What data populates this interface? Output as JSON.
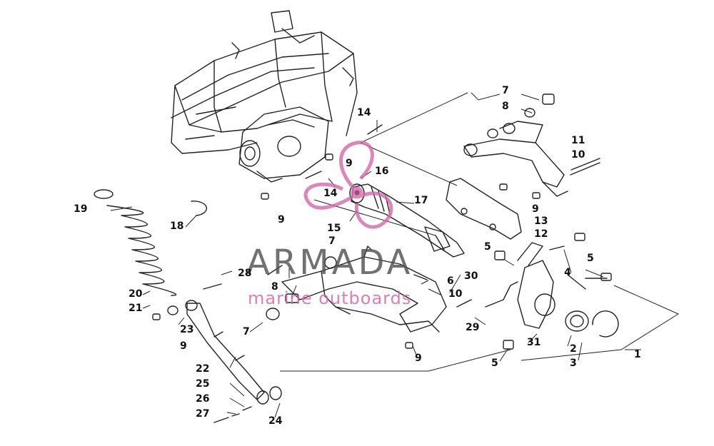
{
  "watermark": {
    "title": "ARMADA",
    "subtitle": "marine outboards",
    "accent_color": "#d36aa8"
  },
  "callouts": [
    {
      "id": "c-7a",
      "label": "7"
    },
    {
      "id": "c-8a",
      "label": "8"
    },
    {
      "id": "c-14a",
      "label": "14"
    },
    {
      "id": "c-11",
      "label": "11"
    },
    {
      "id": "c-10a",
      "label": "10"
    },
    {
      "id": "c-9a",
      "label": "9"
    },
    {
      "id": "c-16",
      "label": "16"
    },
    {
      "id": "c-14b",
      "label": "14"
    },
    {
      "id": "c-17",
      "label": "17"
    },
    {
      "id": "c-9b",
      "label": "9"
    },
    {
      "id": "c-13",
      "label": "13"
    },
    {
      "id": "c-12",
      "label": "12"
    },
    {
      "id": "c-19",
      "label": "19"
    },
    {
      "id": "c-18",
      "label": "18"
    },
    {
      "id": "c-9c",
      "label": "9"
    },
    {
      "id": "c-15",
      "label": "15"
    },
    {
      "id": "c-5a",
      "label": "5"
    },
    {
      "id": "c-5b",
      "label": "5"
    },
    {
      "id": "c-7b",
      "label": "7"
    },
    {
      "id": "c-4",
      "label": "4"
    },
    {
      "id": "c-20",
      "label": "20"
    },
    {
      "id": "c-28",
      "label": "28"
    },
    {
      "id": "c-8b",
      "label": "8"
    },
    {
      "id": "c-6",
      "label": "6"
    },
    {
      "id": "c-30",
      "label": "30"
    },
    {
      "id": "c-10b",
      "label": "10"
    },
    {
      "id": "c-21",
      "label": "21"
    },
    {
      "id": "c-23",
      "label": "23"
    },
    {
      "id": "c-7c",
      "label": "7"
    },
    {
      "id": "c-29",
      "label": "29"
    },
    {
      "id": "c-31",
      "label": "31"
    },
    {
      "id": "c-9d",
      "label": "9"
    },
    {
      "id": "c-2",
      "label": "2"
    },
    {
      "id": "c-1",
      "label": "1"
    },
    {
      "id": "c-9e",
      "label": "9"
    },
    {
      "id": "c-5c",
      "label": "5"
    },
    {
      "id": "c-3",
      "label": "3"
    },
    {
      "id": "c-22",
      "label": "22"
    },
    {
      "id": "c-25",
      "label": "25"
    },
    {
      "id": "c-26",
      "label": "26"
    },
    {
      "id": "c-27",
      "label": "27"
    },
    {
      "id": "c-24",
      "label": "24"
    }
  ]
}
